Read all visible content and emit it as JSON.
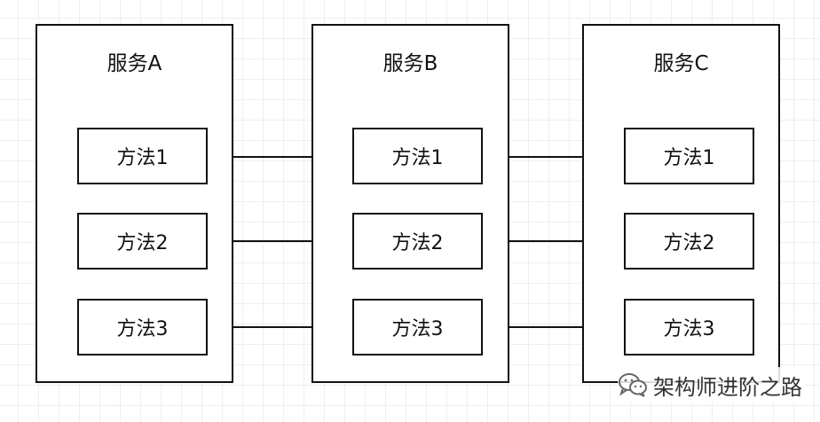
{
  "services": [
    {
      "title": "服务A",
      "methods": [
        "方法1",
        "方法2",
        "方法3"
      ]
    },
    {
      "title": "服务B",
      "methods": [
        "方法1",
        "方法2",
        "方法3"
      ]
    },
    {
      "title": "服务C",
      "methods": [
        "方法1",
        "方法2",
        "方法3"
      ]
    }
  ],
  "watermark": {
    "icon": "wechat-icon",
    "text": "架构师进阶之路"
  },
  "colors": {
    "stroke": "#111111",
    "grid": "#eeeeee",
    "background": "#ffffff"
  }
}
